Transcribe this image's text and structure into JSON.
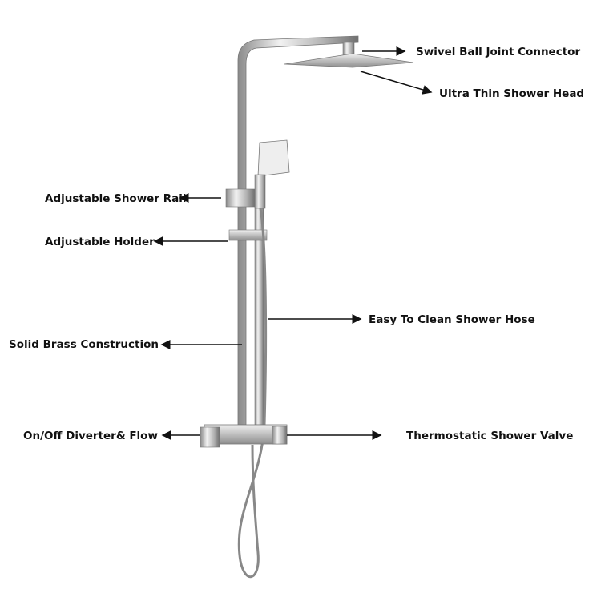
{
  "labels": {
    "swivel": "Swivel Ball Joint Connector",
    "head": "Ultra Thin Shower Head",
    "rail": "Adjustable Shower Rail",
    "holder": "Adjustable Holder",
    "hose": "Easy To Clean Shower Hose",
    "brass": "Solid Brass Construction",
    "diverter": "On/Off Diverter& Flow",
    "valve": "Thermostatic Shower Valve"
  },
  "colors": {
    "chrome": "#c9c9c9",
    "chrome_dark": "#7a7a7a",
    "text": "#111111"
  }
}
